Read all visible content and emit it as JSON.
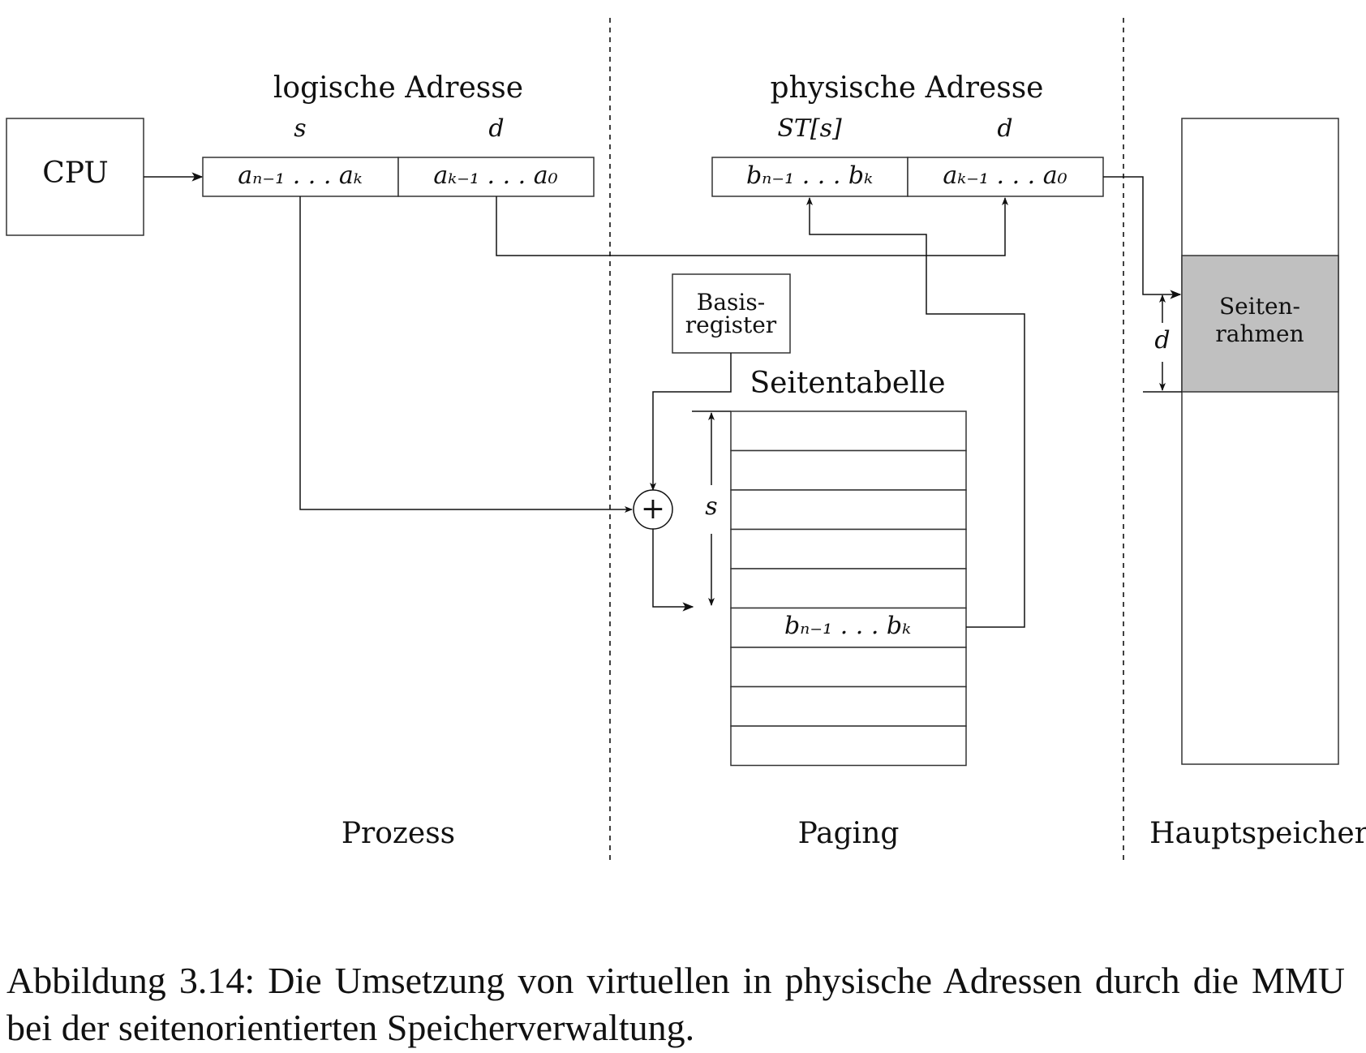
{
  "sections": {
    "process": "Prozess",
    "paging": "Paging",
    "memory": "Hauptspeicher"
  },
  "cpu_label": "CPU",
  "logical_address": {
    "title": "logische Adresse",
    "field_labels": [
      "s",
      "d"
    ],
    "fields": [
      "aₙ₋₁ . . . aₖ",
      "aₖ₋₁ . . . a₀"
    ]
  },
  "physical_address": {
    "title": "physische Adresse",
    "field_labels": [
      "ST[s]",
      "d"
    ],
    "fields": [
      "bₙ₋₁ . . . bₖ",
      "aₖ₋₁ . . . a₀"
    ]
  },
  "base_register": {
    "line1": "Basis-",
    "line2": "register"
  },
  "page_table": {
    "title": "Seitentabelle",
    "index_label": "s",
    "selected_entry": "bₙ₋₁ . . . bₖ",
    "row_count": 9,
    "selected_row": 5
  },
  "adder_symbol": "+",
  "main_memory": {
    "frame_line1": "Seiten-",
    "frame_line2": "rahmen",
    "offset_label": "d",
    "frame_color": "#c0c0c0"
  },
  "caption": "Abbildung 3.14: Die Umsetzung von virtuellen in physische Adressen durch die MMU bei der seitenorientierten Speicherverwaltung."
}
